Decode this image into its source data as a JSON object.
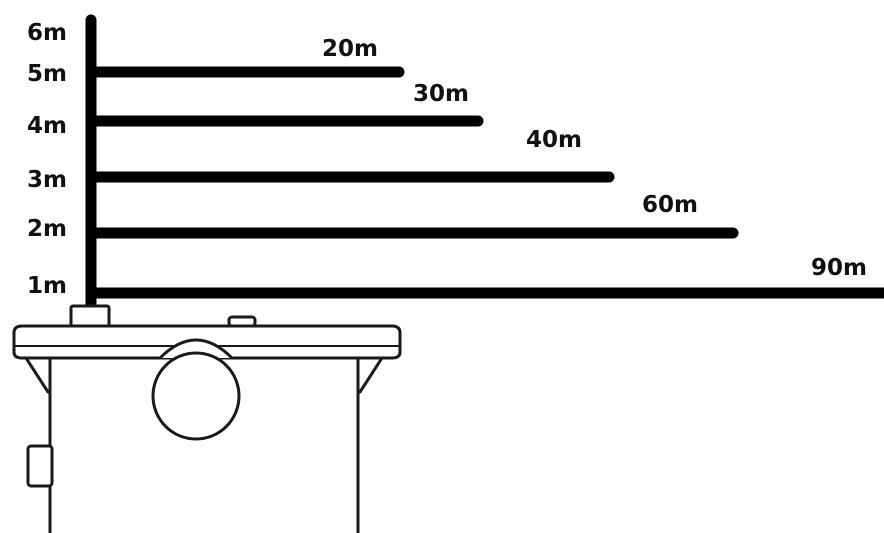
{
  "diagram": {
    "height_labels": [
      "6m",
      "5m",
      "4m",
      "3m",
      "2m",
      "1m"
    ],
    "runs": [
      {
        "height": "5m",
        "distance": "20m"
      },
      {
        "height": "4m",
        "distance": "30m"
      },
      {
        "height": "3m",
        "distance": "40m"
      },
      {
        "height": "2m",
        "distance": "60m"
      },
      {
        "height": "1m",
        "distance": "90m"
      }
    ]
  },
  "colors": {
    "pipe": "#000000",
    "unit_outline": "#1a1a1a",
    "background": "#ffffff"
  }
}
